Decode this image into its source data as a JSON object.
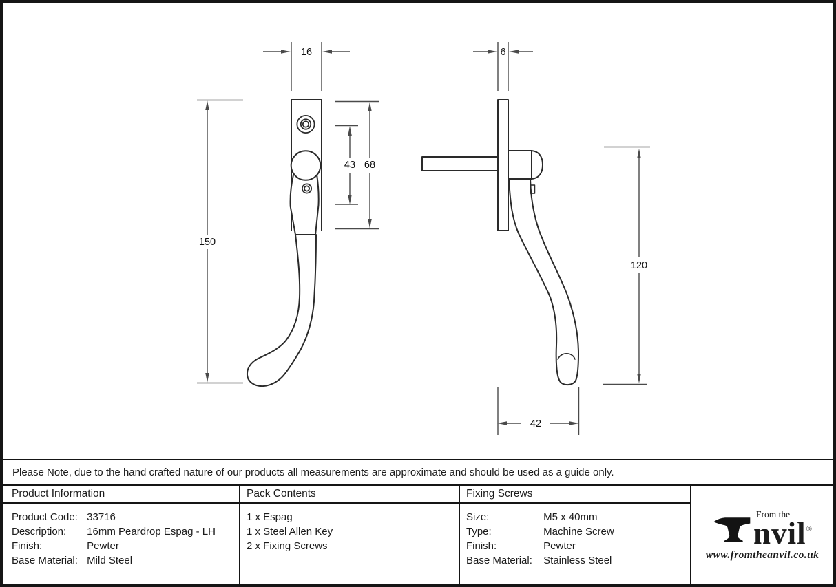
{
  "sheet": {
    "note": "Please Note, due to the hand crafted nature of our products all measurements are approximate and should be used as a guide only."
  },
  "drawing": {
    "dimensions": {
      "front_plate_width": "16",
      "front_fixing_centres": "43",
      "front_plate_height": "68",
      "front_overall_length": "150",
      "side_plate_thickness": "6",
      "side_drop_height": "120",
      "side_reach": "42"
    }
  },
  "info_table": {
    "product_information": {
      "header": "Product Information",
      "rows": [
        {
          "label": "Product Code:",
          "value": "33716"
        },
        {
          "label": "Description:",
          "value": "16mm Peardrop Espag - LH"
        },
        {
          "label": "Finish:",
          "value": "Pewter"
        },
        {
          "label": "Base Material:",
          "value": "Mild Steel"
        }
      ]
    },
    "pack_contents": {
      "header": "Pack Contents",
      "items": [
        "1 x Espag",
        "1 x Steel Allen Key",
        "2 x Fixing Screws"
      ]
    },
    "fixing_screws": {
      "header": "Fixing Screws",
      "rows": [
        {
          "label": "Size:",
          "value": "M5 x 40mm"
        },
        {
          "label": "Type:",
          "value": "Machine Screw"
        },
        {
          "label": "Finish:",
          "value": "Pewter"
        },
        {
          "label": "Base Material:",
          "value": "Stainless Steel"
        }
      ]
    }
  },
  "logo": {
    "prefix": "From the",
    "brand": "Anvil",
    "brand_suffix": "nvil",
    "registered_mark": "®",
    "website": "www.fromtheanvil.co.uk"
  },
  "colors": {
    "line": "#2a2a2a",
    "dimension_line": "#4a4a4a",
    "border": "#151515",
    "background": "#ffffff"
  }
}
